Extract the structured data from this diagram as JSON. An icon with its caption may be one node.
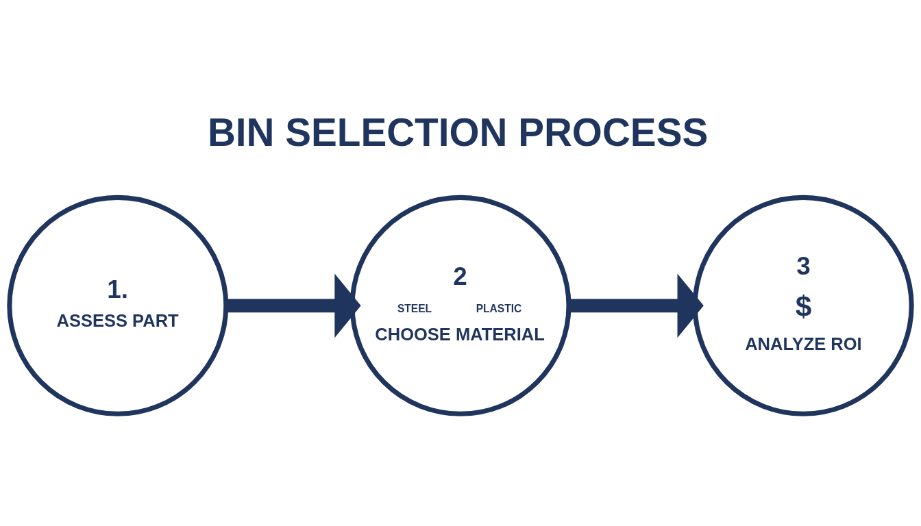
{
  "diagram": {
    "title": "BIN SELECTION PROCESS",
    "nodes": [
      {
        "text": [
          "1.",
          "ASSESS PART"
        ]
      },
      {
        "text": [
          "2",
          "STEEL",
          "PLASTIC",
          "CHOOSE MATERIAL"
        ]
      },
      {
        "text": [
          "3",
          "$",
          "ANALYZE ROI"
        ]
      }
    ],
    "edges": [
      {
        "from": 0,
        "to": 1,
        "arrow": "to"
      },
      {
        "from": 1,
        "to": 2,
        "arrow": "to"
      }
    ]
  }
}
